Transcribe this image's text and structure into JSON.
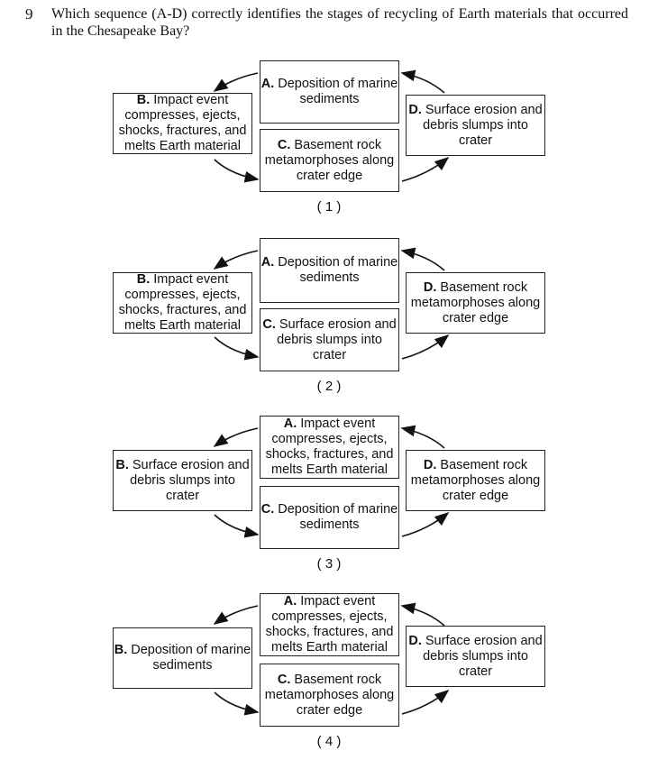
{
  "question": {
    "number": "9",
    "text": "Which sequence (A-D) correctly identifies the stages of recycling of Earth materials that occurred in the Chesapeake Bay?"
  },
  "options": [
    {
      "number": "( 1 )",
      "A": {
        "letter": "A.",
        "text": "Deposition of marine sediments"
      },
      "B": {
        "letter": "B.",
        "text": "Impact event compresses, ejects, shocks, fractures, and melts Earth material"
      },
      "C": {
        "letter": "C.",
        "text": "Basement rock metamorphoses along crater edge"
      },
      "D": {
        "letter": "D.",
        "text": "Surface erosion and debris slumps into crater"
      }
    },
    {
      "number": "( 2 )",
      "A": {
        "letter": "A.",
        "text": "Deposition of marine sediments"
      },
      "B": {
        "letter": "B.",
        "text": "Impact event compresses, ejects, shocks, fractures, and melts Earth material"
      },
      "C": {
        "letter": "C.",
        "text": "Surface erosion and debris slumps into crater"
      },
      "D": {
        "letter": "D.",
        "text": "Basement rock metamorphoses along crater edge"
      }
    },
    {
      "number": "( 3 )",
      "A": {
        "letter": "A.",
        "text": "Impact event compresses, ejects, shocks, fractures, and melts Earth material"
      },
      "B": {
        "letter": "B.",
        "text": "Surface erosion and debris slumps into crater"
      },
      "C": {
        "letter": "C.",
        "text": "Deposition of marine sediments"
      },
      "D": {
        "letter": "D.",
        "text": "Basement rock metamorphoses along crater edge"
      }
    },
    {
      "number": "( 4 )",
      "A": {
        "letter": "A.",
        "text": "Impact event compresses, ejects, shocks, fractures, and melts Earth material"
      },
      "B": {
        "letter": "B.",
        "text": "Deposition of marine sediments"
      },
      "C": {
        "letter": "C.",
        "text": "Basement rock metamorphoses along crater edge"
      },
      "D": {
        "letter": "D.",
        "text": "Surface erosion and debris slumps into crater"
      }
    }
  ]
}
